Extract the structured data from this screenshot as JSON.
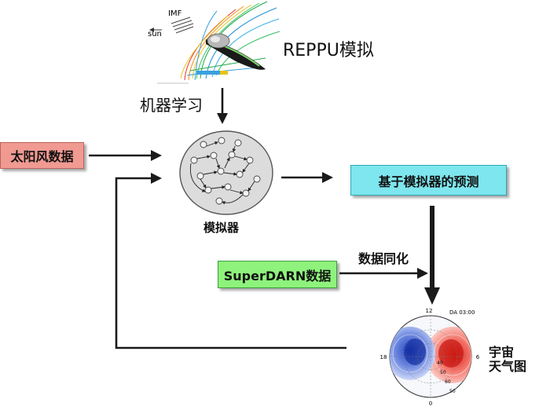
{
  "reppu": {
    "label": "REPPU模拟",
    "imf_label": "IMF",
    "sun_label": "sun"
  },
  "machine_learning_label": "机器学习",
  "simulator": {
    "label": "模拟器"
  },
  "solar_wind_box": {
    "label": "太阳风数据"
  },
  "prediction_box": {
    "label": "基于模拟器的预测"
  },
  "superdarn_box": {
    "label": "SuperDARN数据"
  },
  "assimilation_label": "数据同化",
  "space_weather": {
    "line1": "宇宙",
    "line2": "天气图",
    "timestamp": "DA 03:00",
    "tick_top": "12",
    "tick_bottom": "0",
    "tick_left": "18",
    "tick_right": "6",
    "ring_labels": [
      "40",
      "50",
      "60",
      "50"
    ]
  },
  "colors": {
    "solar_wind_box": "#f09a92",
    "prediction_box": "#7ee6ee",
    "superdarn_box": "#8ef27c",
    "arrow": "#1a1a1a",
    "map_positive": "#e8312c",
    "map_negative": "#2b50c9"
  }
}
